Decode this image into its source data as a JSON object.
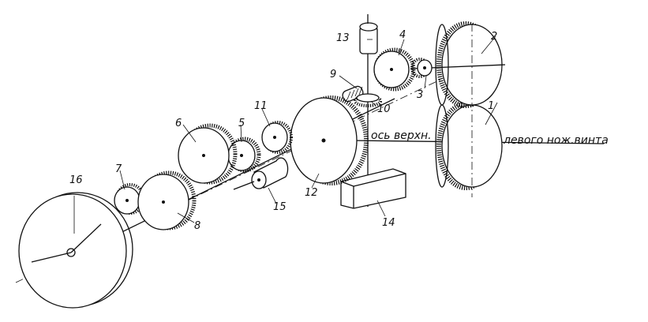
{
  "labels": {
    "n1": "1",
    "n2": "2",
    "n3": "3",
    "n4": "4",
    "n5": "5",
    "n6": "6",
    "n7": "7",
    "n8": "8",
    "n9": "9",
    "n10": "10",
    "n11": "11",
    "n12": "12",
    "n13": "13",
    "n14": "14",
    "n15": "15",
    "n16": "16"
  },
  "axis_text": {
    "upper": "ось верхн.",
    "lower": "левого нож.винта"
  }
}
